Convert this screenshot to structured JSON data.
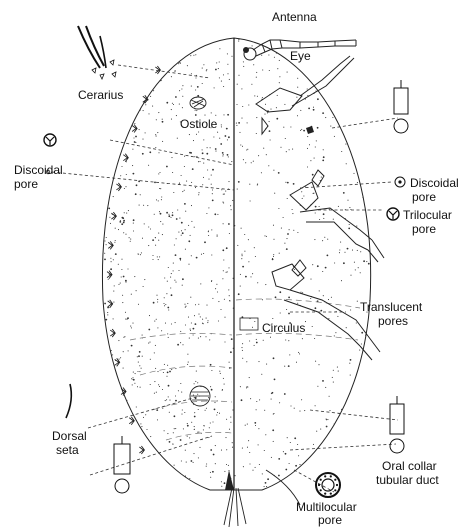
{
  "labels": {
    "antenna": "Antenna",
    "eye": "Eye",
    "cerarius": "Cerarius",
    "ostiole": "Ostiole",
    "discoidal_pore_left_line1": "Discoidal",
    "discoidal_pore_left_line2": "pore",
    "discoidal_pore_right_line1": "Discoidal",
    "discoidal_pore_right_line2": "pore",
    "trilocular_pore_line1": "Trilocular",
    "trilocular_pore_line2": "pore",
    "translucent_pores_line1": "Translucent",
    "translucent_pores_line2": "pores",
    "circulus": "Circulus",
    "dorsal_seta_line1": "Dorsal",
    "dorsal_seta_line2": "seta",
    "oral_collar_line1": "Oral collar",
    "oral_collar_line2": "tubular duct",
    "multilocular_line1": "Multilocular",
    "multilocular_line2": "pore"
  },
  "colors": {
    "ink": "#222222",
    "background": "#ffffff"
  },
  "icons": {
    "cerarius": "cerarius-spines-icon",
    "trilocular": "trilocular-pore-icon",
    "discoidal": "discoidal-pore-icon",
    "multilocular": "multilocular-pore-icon",
    "tubular_duct": "oral-collar-tubular-duct-icon",
    "dorsal_seta": "dorsal-seta-icon"
  }
}
